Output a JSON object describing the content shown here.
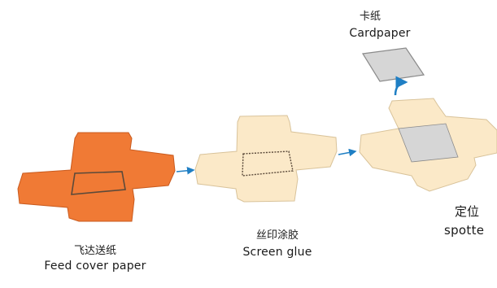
{
  "colors": {
    "cover_orange": "#f07a35",
    "cover_orange_edge": "#c95b1f",
    "cream_board": "#fbe9c8",
    "cream_board_edge": "#d9c39a",
    "cardpaper_grey": "#d6d6d6",
    "cardpaper_edge": "#8a8a8a",
    "arrow_blue": "#1f7fc4",
    "window_edge": "#5b4a3a"
  },
  "steps": {
    "feed": {
      "zh": "飞达送纸",
      "en": "Feed cover paper"
    },
    "glue": {
      "zh": "丝印涂胶",
      "en": "Screen glue"
    },
    "cardpaper": {
      "zh": "卡纸",
      "en": "Cardpaper"
    },
    "spot": {
      "zh": "定位",
      "en": "spotte"
    }
  },
  "icons": {
    "flow_arrow": "arrow-right-icon",
    "place_arrow": "curved-arrow-up-icon"
  }
}
